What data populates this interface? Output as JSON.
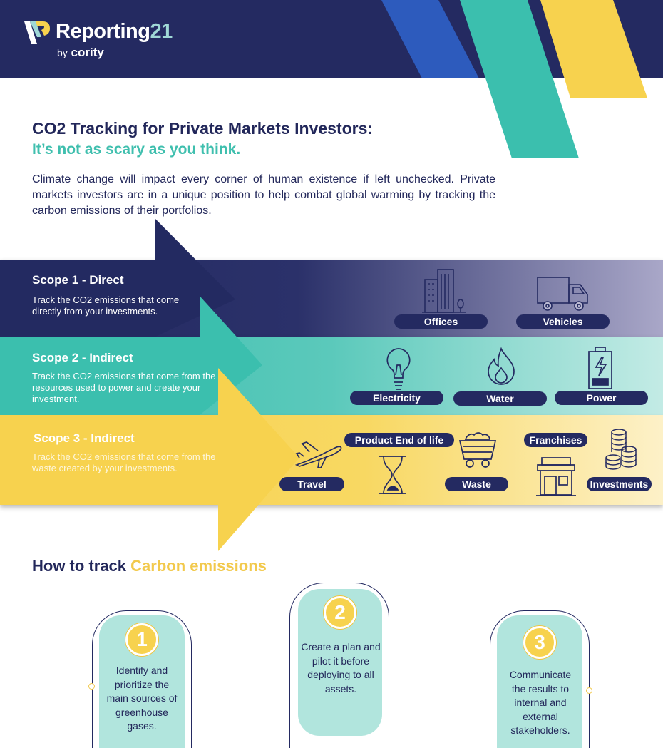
{
  "brand": {
    "name": "Reporting",
    "number": "21",
    "by": "by",
    "company": "cority"
  },
  "headline": {
    "title": "CO2 Tracking for Private Markets Investors:",
    "subtitle": "It’s not as scary as you think.",
    "intro": "Climate change will impact every corner of human existence if left unchecked. Private markets investors are in a unique position to help combat global warming by tracking the carbon emissions of their portfolios."
  },
  "scopes": [
    {
      "title": "Scope 1 - Direct",
      "description": "Track the CO2 emissions that come directly from your investments.",
      "items": [
        "Offices",
        "Vehicles"
      ]
    },
    {
      "title": "Scope 2 - Indirect",
      "description": "Track the CO2 emissions that come from the resources used to power and create your investment.",
      "items": [
        "Electricity",
        "Water",
        "Power"
      ]
    },
    {
      "title": "Scope 3 - Indirect",
      "description": "Track the CO2 emissions that come from the waste created by your investments.",
      "items": [
        "Travel",
        "Product End of life",
        "Waste",
        "Franchises",
        "Investments"
      ]
    }
  ],
  "how": {
    "prefix": "How to track",
    "highlight": "Carbon emissions"
  },
  "steps": [
    {
      "number": "1",
      "text": "Identify and prioritize the main sources of greenhouse gases."
    },
    {
      "number": "2",
      "text": "Create a plan and pilot it before deploying to all assets."
    },
    {
      "number": "3",
      "text": "Communicate the results to internal and external stakeholders."
    }
  ],
  "colors": {
    "navy": "#242a61",
    "teal": "#3bbfae",
    "yellow": "#f7d24e",
    "blue": "#2d5bbd"
  }
}
